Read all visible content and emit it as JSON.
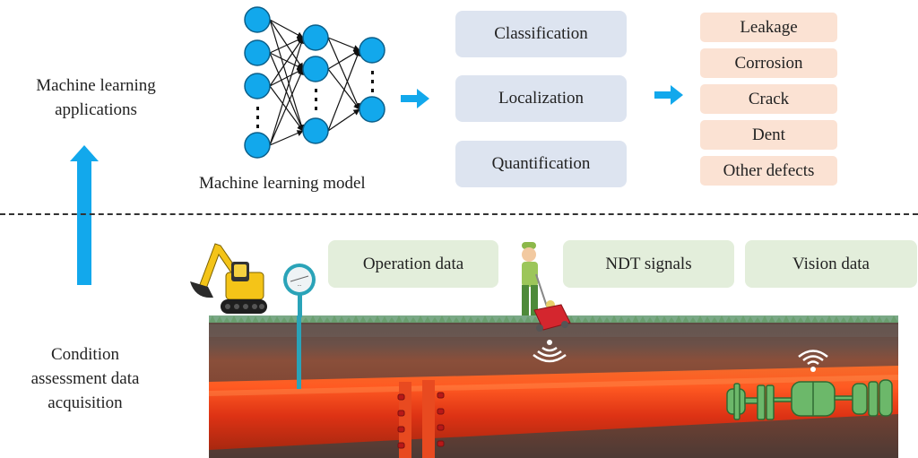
{
  "left_labels": {
    "top_lines": [
      "Machine learning",
      "applications"
    ],
    "bottom_lines": [
      "Condition",
      "assessment data",
      "acquisition"
    ]
  },
  "model": {
    "label": "Machine learning model",
    "icon": "neural-network-icon",
    "layers": [
      4,
      3,
      2
    ]
  },
  "tasks": [
    "Classification",
    "Localization",
    "Quantification"
  ],
  "defects": [
    "Leakage",
    "Corrosion",
    "Crack",
    "Dent",
    "Other defects"
  ],
  "data_sources": [
    "Operation data",
    "NDT signals",
    "Vision data"
  ],
  "scene_icons": {
    "excavator": "excavator-icon",
    "gauge": "pressure-gauge-icon",
    "operator": "operator-with-gpr-cart-icon",
    "signal_1": "wireless-signal-icon",
    "robot": "inline-inspection-robot-icon",
    "signal_2": "wifi-icon"
  },
  "colors": {
    "accent_blue": "#12a8ec",
    "task_box": "#dde4f0",
    "defect_box": "#fbe2d3",
    "data_box": "#e3eedb",
    "pipe": "#e8401c",
    "soil": "#6e3e2c",
    "grass": "#6a9e6f",
    "robot": "#5fae5c"
  }
}
